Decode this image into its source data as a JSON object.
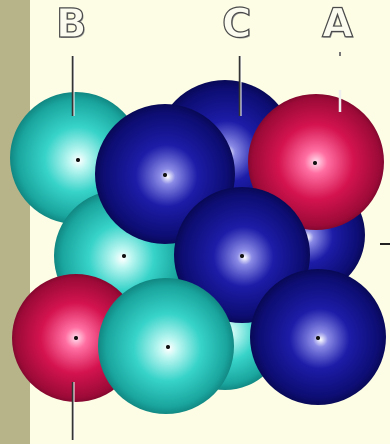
{
  "labels": {
    "b": "B",
    "c": "C",
    "a": "A"
  },
  "colors": {
    "background": "#fdfde6",
    "left_strip": "#b7b48a",
    "teal": "#2fcfc6",
    "navy": "#101080",
    "magenta": "#d4134f"
  }
}
